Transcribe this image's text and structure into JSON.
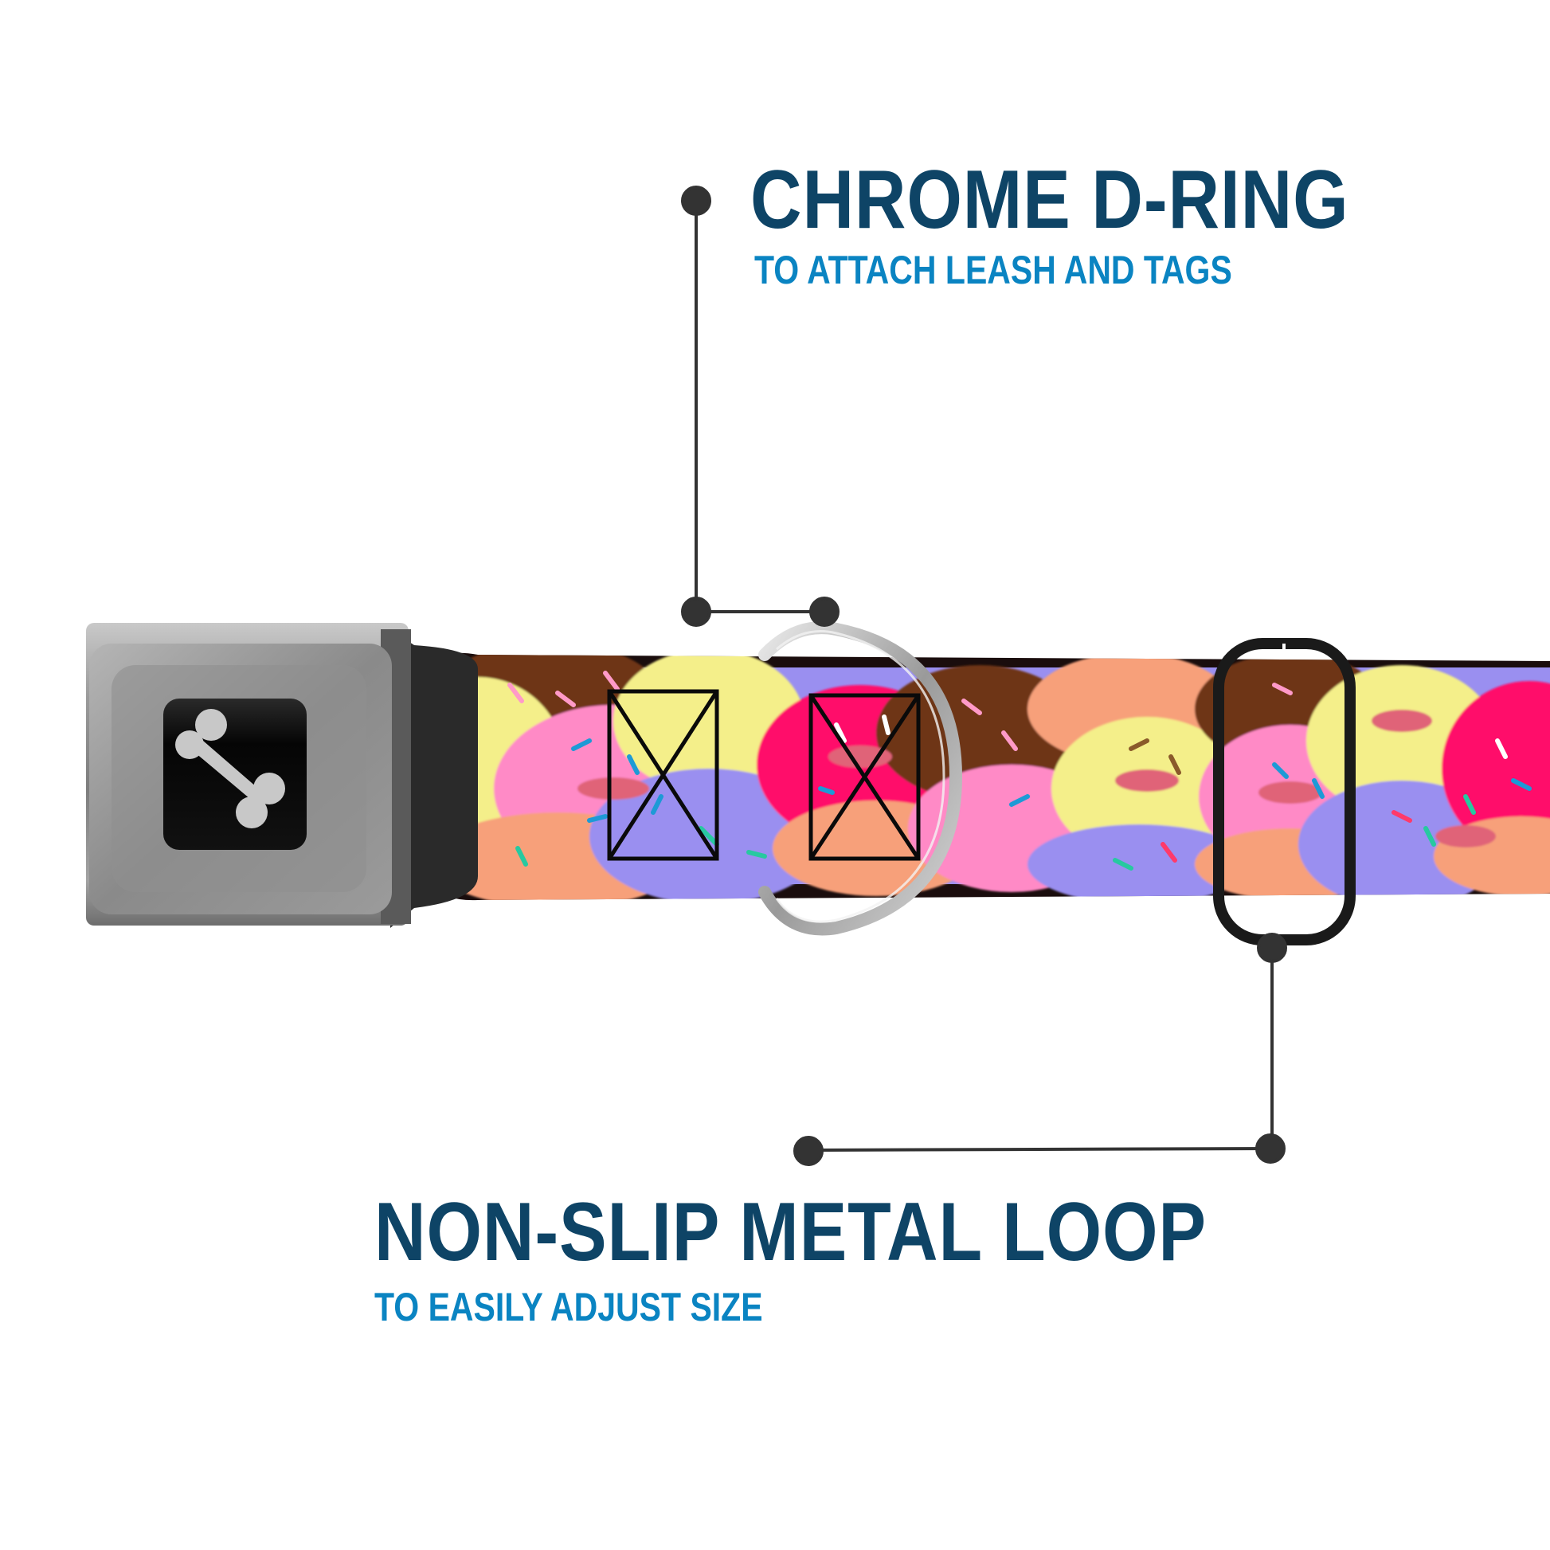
{
  "colors": {
    "title": "#0e4466",
    "subtitle": "#0a84c2",
    "connector": "#333333",
    "background": "#ffffff"
  },
  "callouts": [
    {
      "id": "chrome-d-ring",
      "title": "CHROME D-RING",
      "subtitle": "TO ATTACH LEASH AND TAGS"
    },
    {
      "id": "non-slip-metal-loop",
      "title": "NON-SLIP METAL LOOP",
      "subtitle": "TO EASILY ADJUST SIZE"
    }
  ],
  "product": {
    "buckle_icon": "bone-icon",
    "webbing_pattern": "donuts-with-sprinkles",
    "pattern_colors": [
      "#7a3a1a",
      "#f4ef8a",
      "#ff8ac6",
      "#9a8ff0",
      "#ff0f6a",
      "#f7a07a"
    ]
  }
}
